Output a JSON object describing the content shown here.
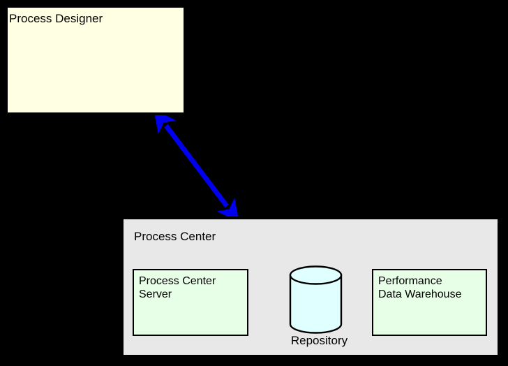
{
  "diagram": {
    "background_color": "#000000",
    "designer": {
      "label": "Process Designer",
      "fill_color": "#ffffe3",
      "stroke_color": "#000000"
    },
    "connector": {
      "name": "bidirectional-arrow",
      "color": "#0000ee",
      "from": "Process Designer",
      "to": "Process Center",
      "direction": "both"
    },
    "process_center": {
      "label": "Process Center",
      "fill_color": "#e8e8e8",
      "stroke_color": "#000000",
      "components": [
        {
          "label": "Process Center\nServer",
          "fill_color": "#e7ffe7",
          "stroke_color": "#000000",
          "shape": "rectangle"
        },
        {
          "label": "Repository",
          "fill_color": "#e0ffff",
          "stroke_color": "#000000",
          "shape": "cylinder"
        },
        {
          "label": "Performance\nData Warehouse",
          "fill_color": "#e7ffe7",
          "stroke_color": "#000000",
          "shape": "rectangle"
        }
      ]
    }
  }
}
